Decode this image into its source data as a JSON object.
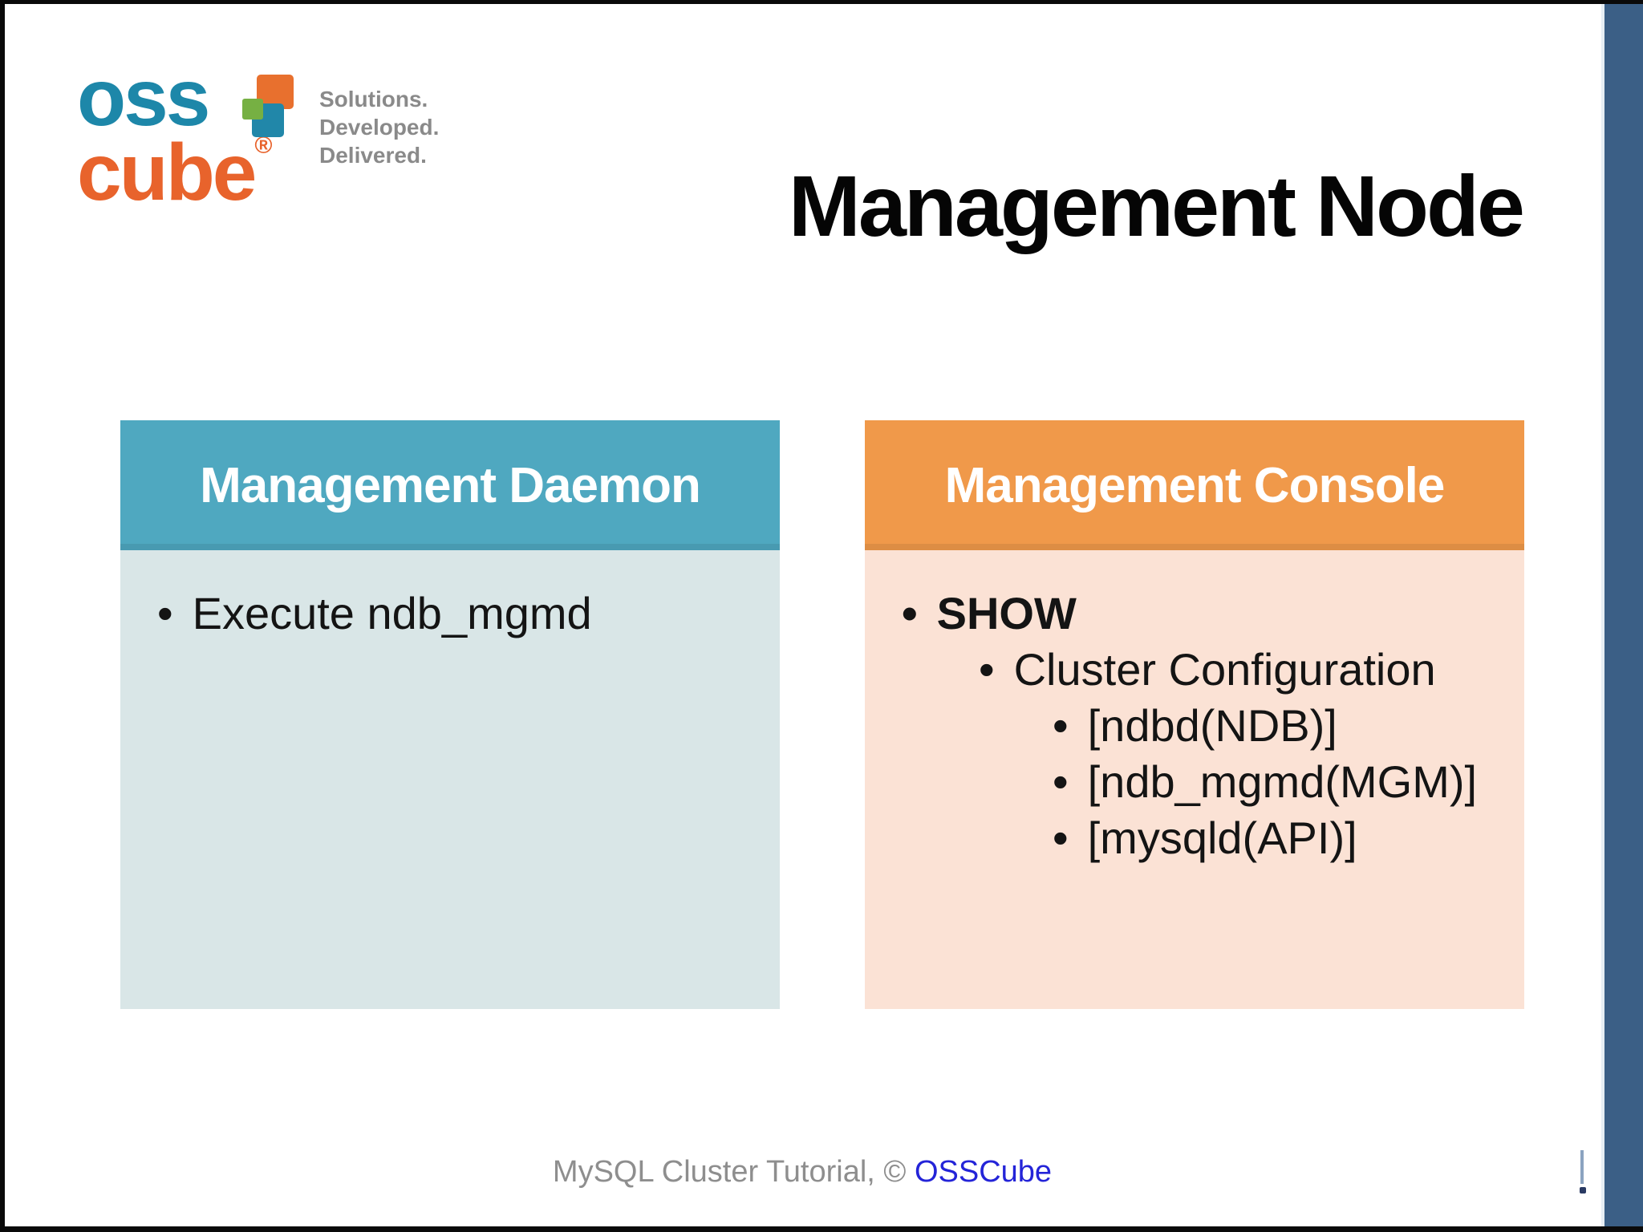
{
  "slide": {
    "title": "Management Node",
    "logo": {
      "line1": "oss",
      "line2": "cube",
      "reg_mark": "®",
      "tagline": [
        "Solutions.",
        "Developed.",
        "Delivered."
      ],
      "colors": {
        "oss": "#1d87a9",
        "cube": "#e8632c",
        "icon_orange": "#e8702e",
        "icon_teal": "#2187a9",
        "icon_green": "#76b043",
        "tagline_gray": "#8a8a8a"
      }
    },
    "boxes": [
      {
        "header": "Management Daemon",
        "header_color": "#4fa8c0",
        "body_color": "#d9e6e7",
        "items": [
          "Execute ndb_mgmd"
        ]
      },
      {
        "header": "Management Console",
        "header_color": "#f0994a",
        "body_color": "#fbe2d5",
        "items": [
          "SHOW",
          "Cluster Configuration",
          "[ndbd(NDB)]",
          "[ndb_mgmd(MGM)]",
          "[mysqld(API)]"
        ]
      }
    ],
    "footer": {
      "text": "MySQL Cluster Tutorial, © ",
      "link": "OSSCube",
      "link_color": "#2424d8"
    },
    "frame_colors": {
      "border": "#0a0a0a",
      "right_bar": "#3b5f86",
      "background": "#ffffff"
    }
  }
}
